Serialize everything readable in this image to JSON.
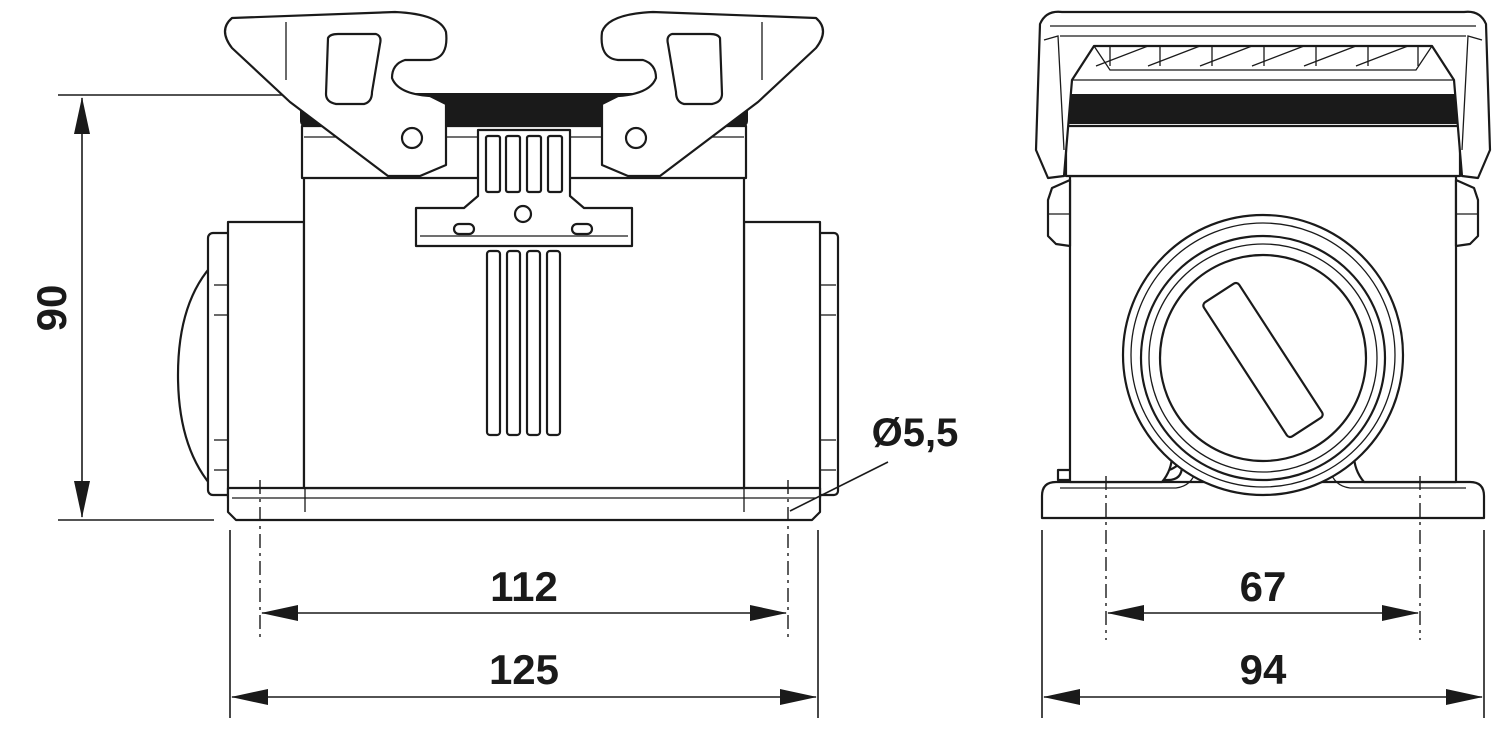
{
  "dimensions": {
    "height": "90",
    "hole_spacing_front": "112",
    "overall_width_front": "125",
    "hole_diameter": "Ø5,5",
    "hole_spacing_side": "67",
    "overall_width_side": "94"
  },
  "colors": {
    "line": "#1a1a1a",
    "background": "#ffffff"
  }
}
